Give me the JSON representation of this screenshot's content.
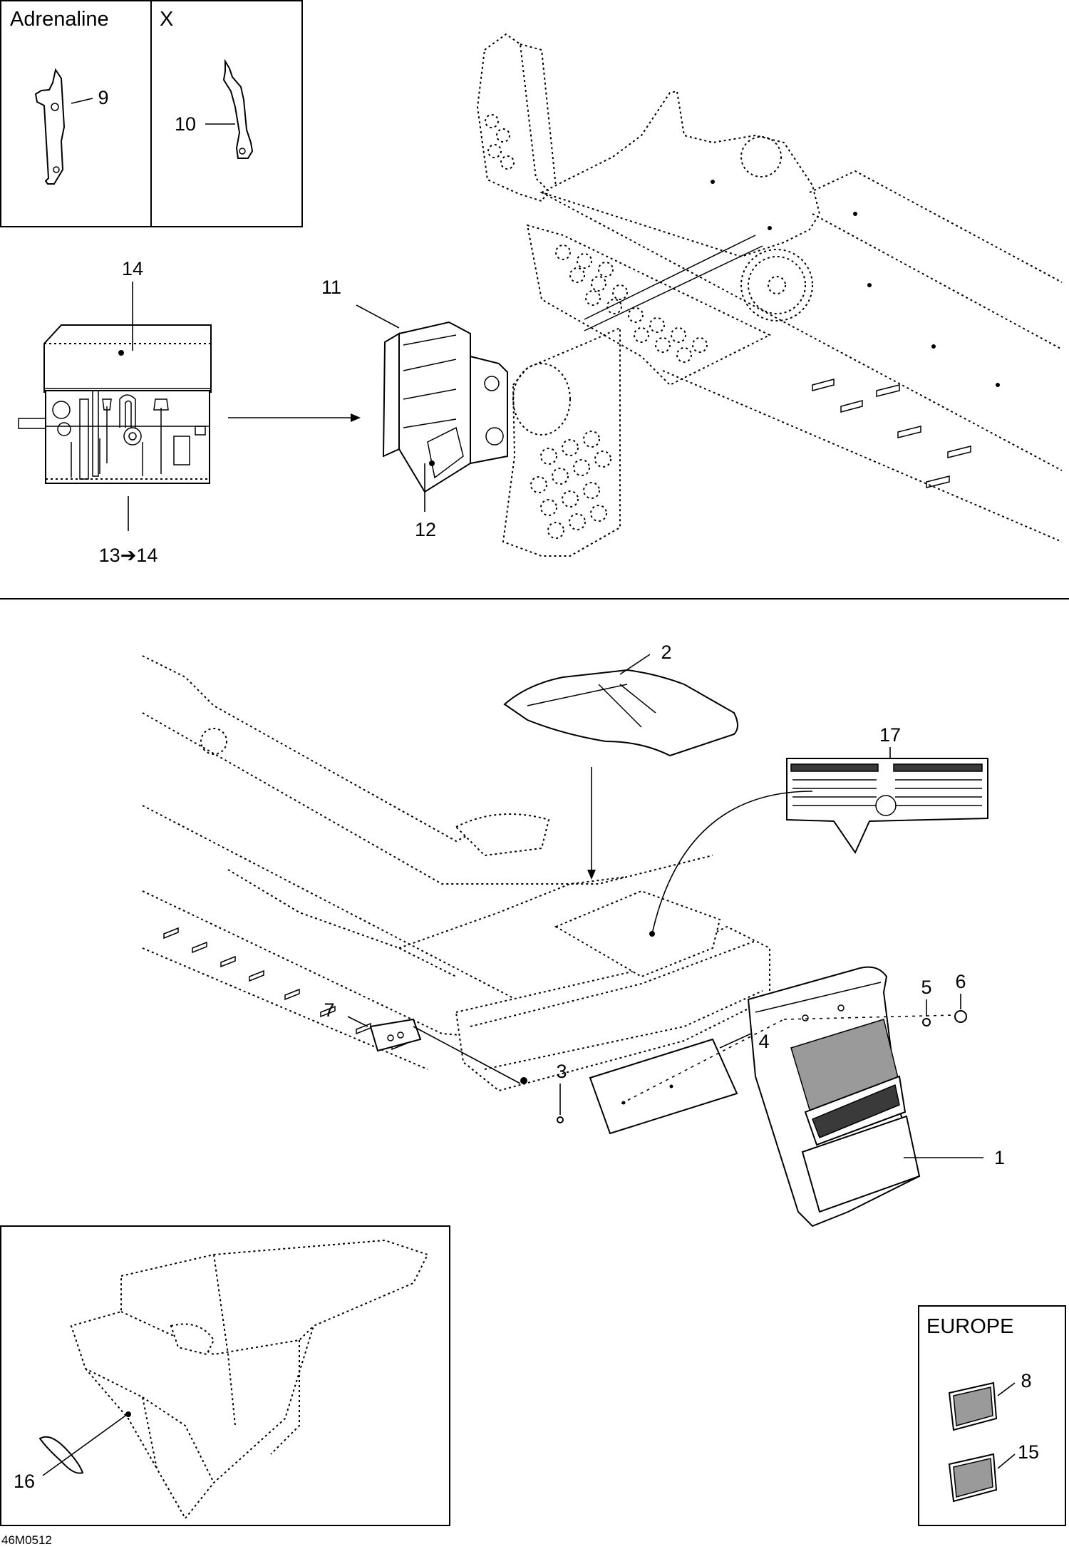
{
  "diagram_code": "46M0512",
  "boxes": {
    "adrenaline": "Adrenaline",
    "x": "X",
    "europe": "EUROPE"
  },
  "callouts": {
    "c1": "1",
    "c2": "2",
    "c3": "3",
    "c4": "4",
    "c5": "5",
    "c6": "6",
    "c7": "7",
    "c8": "8",
    "c9": "9",
    "c10": "10",
    "c11": "11",
    "c12": "12",
    "c13_14": "13➔14",
    "c14": "14",
    "c15": "15",
    "c16": "16",
    "c17": "17"
  },
  "colors": {
    "line": "#000000",
    "background": "#ffffff",
    "shade": "#9a9a9a"
  }
}
